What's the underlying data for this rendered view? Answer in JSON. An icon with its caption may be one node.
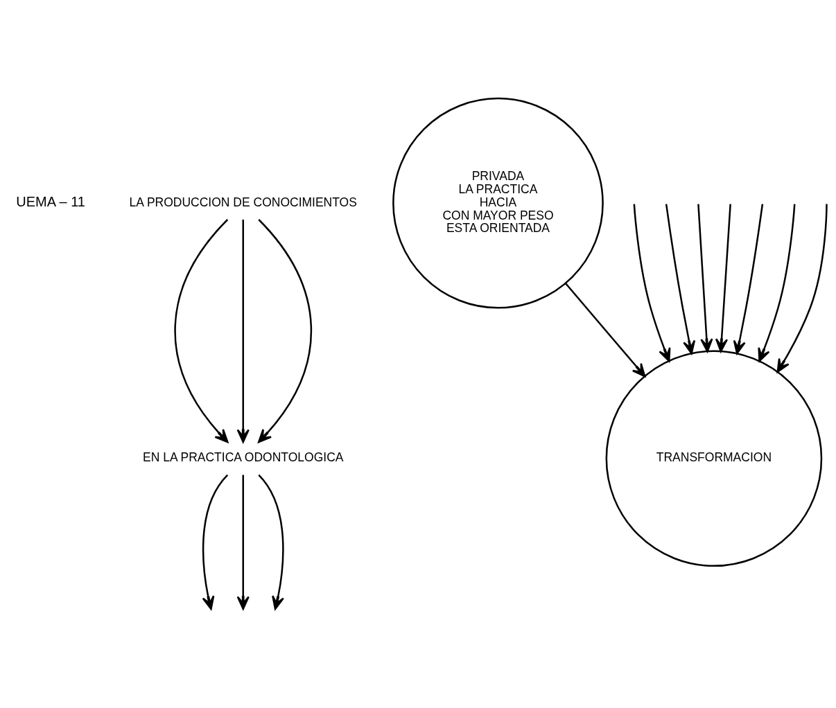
{
  "diagram": {
    "nodes": [
      {
        "text": [
          "LA PRODUCCION DE CONOCIMIENTOS"
        ]
      },
      {
        "text": [
          "EN LA PRACTICA ODONTOLOGICA"
        ]
      },
      {
        "text": [
          "TRANSFORMACION"
        ]
      },
      {
        "text": [
          "PRIVADA",
          "LA PRACTICA",
          "HACIA",
          "CON MAYOR PESO",
          "ESTA ORIENTADA"
        ]
      }
    ],
    "edges": [
      {
        "from": 0,
        "to": 1,
        "arrow": "to"
      },
      {
        "from": 0,
        "to": 1,
        "arrow": "to"
      },
      {
        "from": 0,
        "to": 1,
        "arrow": "to"
      },
      {
        "from": 1,
        "to": null,
        "arrow": "to"
      },
      {
        "from": 1,
        "to": null,
        "arrow": "to"
      },
      {
        "from": 1,
        "to": null,
        "arrow": "to"
      },
      {
        "from": null,
        "to": 2,
        "arrow": "to"
      },
      {
        "from": null,
        "to": 2,
        "arrow": "to"
      },
      {
        "from": null,
        "to": 2,
        "arrow": "to"
      },
      {
        "from": null,
        "to": 2,
        "arrow": "to"
      },
      {
        "from": null,
        "to": 2,
        "arrow": "to"
      },
      {
        "from": null,
        "to": 2,
        "arrow": "to"
      },
      {
        "from": null,
        "to": 2,
        "arrow": "to"
      },
      {
        "from": 3,
        "to": 2,
        "arrow": "to"
      }
    ],
    "labels": [
      "UEMA – 11"
    ]
  }
}
